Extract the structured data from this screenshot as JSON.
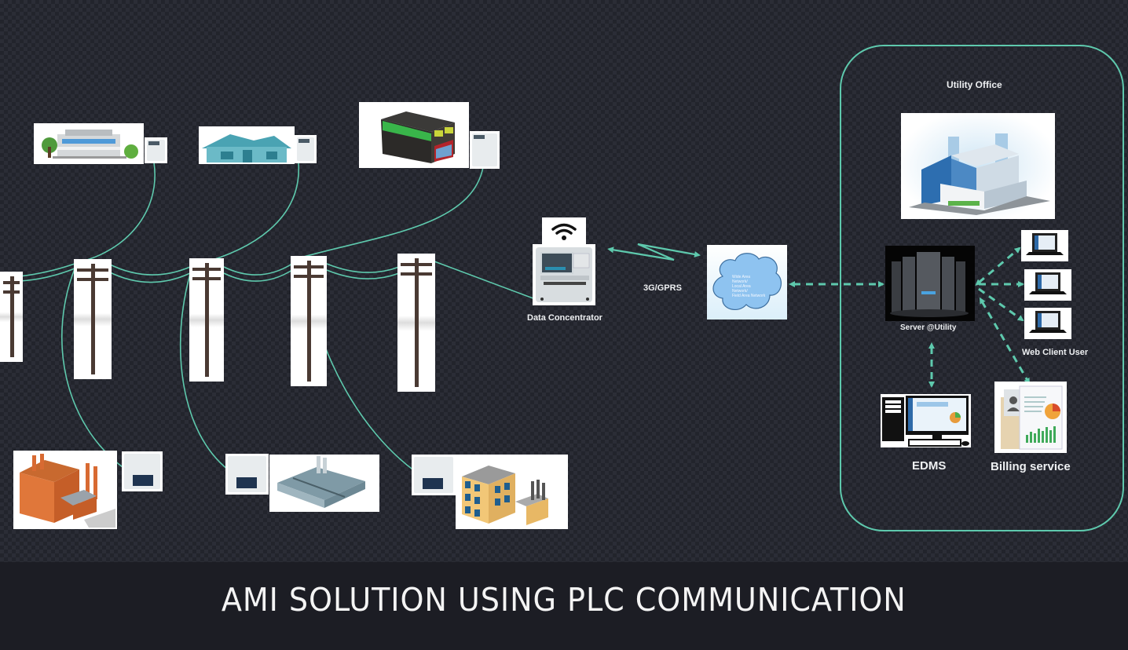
{
  "diagram": {
    "title": "AMI SOLUTION USING PLC COMMUNICATION",
    "labels": {
      "data_concentrator": "Data Concentrator",
      "link": "3G/GPRS",
      "utility_office": "Utility Office",
      "server": "Server @Utility",
      "web_client": "Web Client User",
      "edms": "EDMS",
      "billing": "Billing service"
    },
    "cloud_text": [
      "Wide Area",
      "Network/",
      "Local Area",
      "Network/",
      "Field Area Network"
    ],
    "residential": [
      {
        "name": "modern-house",
        "type": "residential"
      },
      {
        "name": "bungalow",
        "type": "residential"
      },
      {
        "name": "shop",
        "type": "commercial"
      }
    ],
    "industrial": [
      {
        "name": "brick-factory",
        "type": "industrial"
      },
      {
        "name": "flat-plant",
        "type": "industrial"
      },
      {
        "name": "office-factory",
        "type": "industrial"
      }
    ],
    "poles": 5,
    "web_clients": 3,
    "colors": {
      "line": "#5ec9ad",
      "background": "#2b2d36",
      "footer": "#1c1d24",
      "cloud": "#8ec3f0"
    }
  }
}
